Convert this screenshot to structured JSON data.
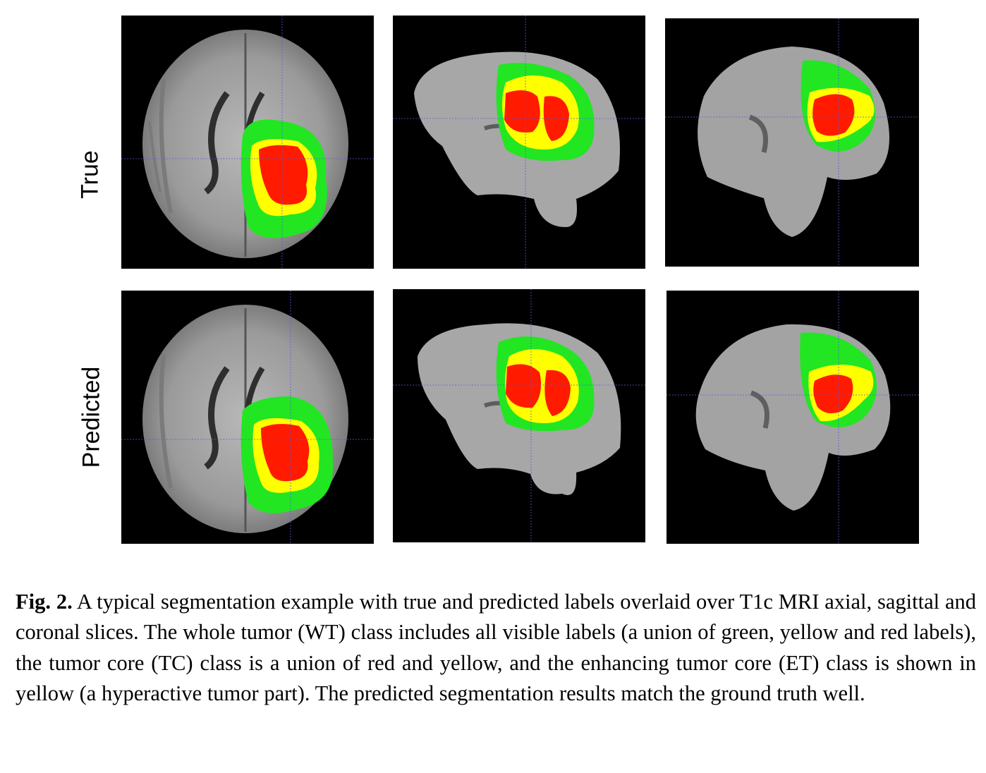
{
  "row_labels": {
    "top": "True",
    "bottom": "Predicted"
  },
  "panels": [
    {
      "row": "True",
      "view": "axial"
    },
    {
      "row": "True",
      "view": "sagittal"
    },
    {
      "row": "True",
      "view": "coronal"
    },
    {
      "row": "Predicted",
      "view": "axial"
    },
    {
      "row": "Predicted",
      "view": "sagittal"
    },
    {
      "row": "Predicted",
      "view": "coronal"
    }
  ],
  "colors": {
    "background": "#000000",
    "whole_tumor": "#22e622",
    "enhancing_core": "#ffff00",
    "tumor_core": "#ff0000",
    "crosshair": "#5a5adc"
  },
  "caption": {
    "label": "Fig. 2.",
    "text": " A typical segmentation example with true and predicted labels overlaid over T1c MRI axial, sagittal and coronal slices. The whole tumor (WT) class includes all visible labels (a union of green, yellow and red labels), the tumor core (TC) class is a union of red and yellow, and the enhancing tumor core (ET) class is shown in yellow (a hyperactive tumor part). The predicted segmentation results match the ground truth well."
  }
}
